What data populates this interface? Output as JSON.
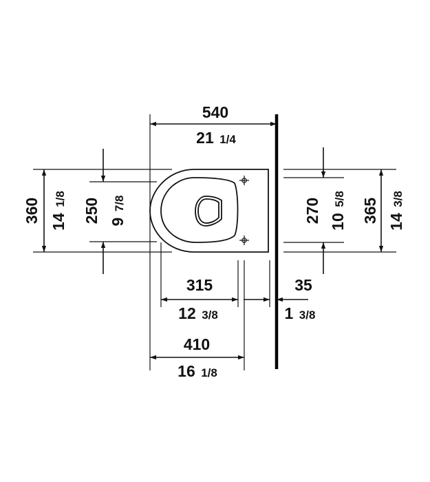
{
  "dimensions": {
    "width_top": {
      "mm": "540",
      "in_whole": "21",
      "in_frac": "1/4"
    },
    "depth_bowl": {
      "mm": "315",
      "in_whole": "12",
      "in_frac": "3/8"
    },
    "wall_gap": {
      "mm": "35",
      "in_whole": "1",
      "in_frac": "3/8"
    },
    "depth_fix": {
      "mm": "410",
      "in_whole": "16",
      "in_frac": "1/8"
    },
    "height_outer_left": {
      "mm": "360",
      "in_whole": "14",
      "in_frac": "1/8"
    },
    "height_inner_left": {
      "mm": "250",
      "in_whole": "9",
      "in_frac": "7/8"
    },
    "height_inner_right": {
      "mm": "270",
      "in_whole": "10",
      "in_frac": "5/8"
    },
    "height_outer_right": {
      "mm": "365",
      "in_whole": "14",
      "in_frac": "3/8"
    }
  }
}
